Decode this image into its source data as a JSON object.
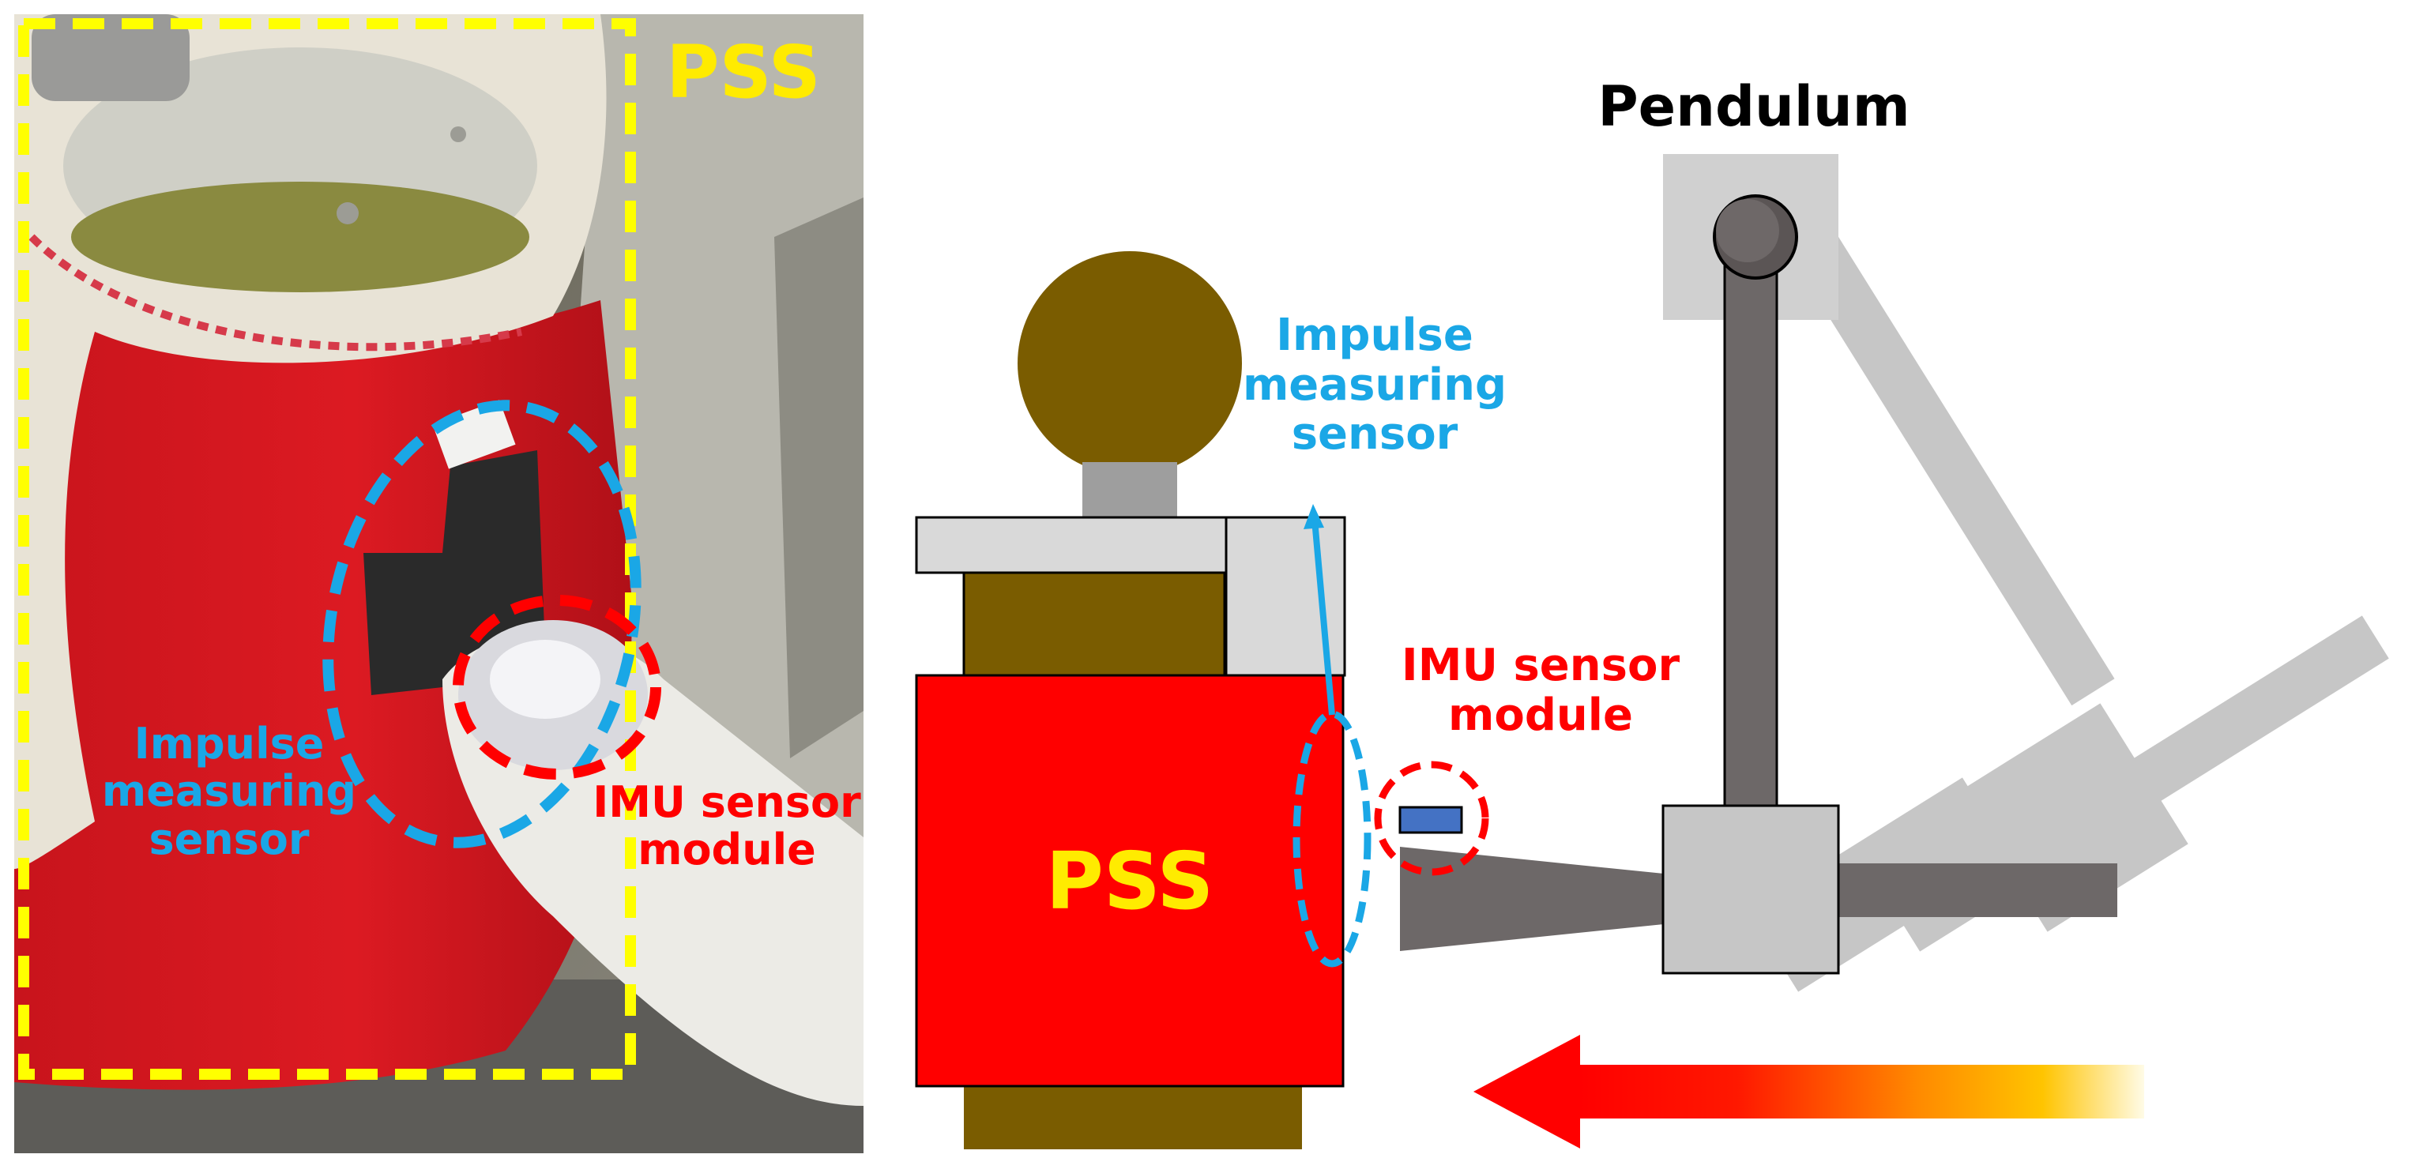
{
  "photo_panel": {
    "pss_label": "PSS",
    "impulse_label": "Impulse\nmeasuring\nsensor",
    "imu_label": "IMU  sensor\nmodule"
  },
  "diagram_panel": {
    "pendulum_label": "Pendulum",
    "impulse_label": "Impulse\nmeasuring\nsensor",
    "imu_label": "IMU  sensor\nmodule",
    "pss_label": "PSS"
  },
  "colors": {
    "yellow": "#ffff00",
    "label_yellow": "#ffeb00",
    "blue": "#1aa7e6",
    "red": "#ff0000",
    "head_brown": "#7a5c00",
    "pendulum_dark": "#6d6868",
    "pendulum_light": "#c6c6c6"
  }
}
